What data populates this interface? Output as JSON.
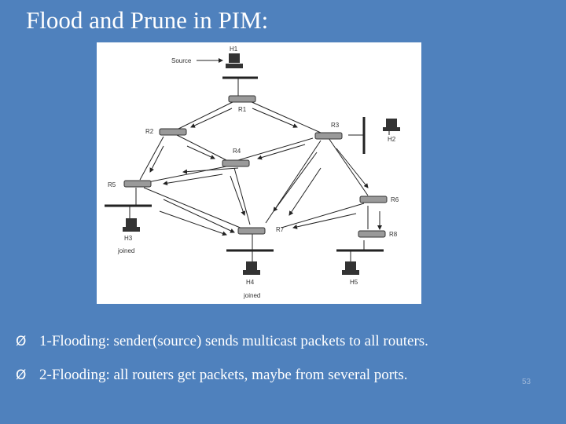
{
  "slide": {
    "title": "Flood and Prune in PIM:",
    "page_number": "53"
  },
  "diagram": {
    "source_label": "Source",
    "hosts": [
      "H1",
      "H2",
      "H3",
      "H4",
      "H5"
    ],
    "routers": [
      "R1",
      "R2",
      "R3",
      "R4",
      "R5",
      "R6",
      "R7",
      "R8"
    ],
    "joined_label": "joined"
  },
  "bullets": [
    {
      "marker": "Ø",
      "text": "1-Flooding: sender(source) sends multicast packets to all routers."
    },
    {
      "marker": "Ø",
      "text": "2-Flooding: all routers get packets, maybe from several ports."
    }
  ]
}
